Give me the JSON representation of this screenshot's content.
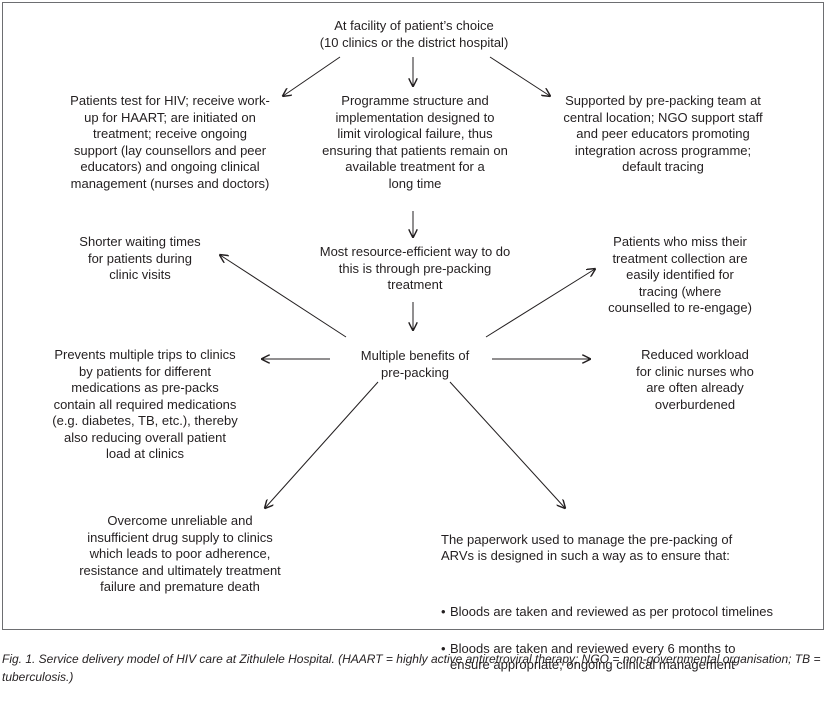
{
  "nodes": {
    "facility": "At facility of patient’s choice\n(10 clinics or the district hospital)",
    "patients_test": "Patients test for HIV; receive work-\nup for HAART; are initiated on\ntreatment; receive ongoing\nsupport (lay counsellors and peer\neducators) and ongoing clinical\nmanagement (nurses and doctors)",
    "programme_structure": "Programme structure and\nimplementation designed to\nlimit virological failure, thus\nensuring that patients remain on\navailable treatment for a\nlong time",
    "supported_by": "Supported by pre-packing team at\ncentral location; NGO support staff\nand peer educators promoting\nintegration across programme;\ndefault tracing",
    "resource_efficient": "Most resource-efficient way to do\nthis is through pre-packing\ntreatment",
    "multiple_benefits": "Multiple benefits of\npre-packing",
    "shorter_waiting": "Shorter waiting times\nfor patients during\nclinic visits",
    "patients_miss": "Patients who miss their\ntreatment collection are\neasily identified for\ntracing (where\ncounselled to re-engage)",
    "prevents_trips": "Prevents multiple trips to clinics\nby patients for different\nmedications as pre-packs\ncontain all required medications\n(e.g. diabetes, TB, etc.), thereby\nalso reducing overall patient\nload at clinics",
    "reduced_workload": "Reduced workload\nfor clinic nurses who\nare often already\noverburdened",
    "overcome_supply": "Overcome unreliable and\ninsufficient drug supply to clinics\nwhich leads to poor adherence,\nresistance and ultimately treatment\nfailure and premature death",
    "paperwork": {
      "intro": "The paperwork used to manage the pre-packing of\nARVs is designed in such a way as to ensure that:",
      "bullets": [
        "Bloods are taken and reviewed as per protocol timelines",
        "Bloods are taken and reviewed every 6 months to\nensure appropriate, ongoing clinical management"
      ]
    }
  },
  "caption": "Fig. 1. Service delivery model of HIV care at Zithulele Hospital. (HAART = highly active antiretroviral therapy; NGO = non-governmental organisation; TB = tuberculosis.)",
  "colors": {
    "text": "#231f20",
    "arrow": "#231f20",
    "border": "#6d6e71"
  }
}
